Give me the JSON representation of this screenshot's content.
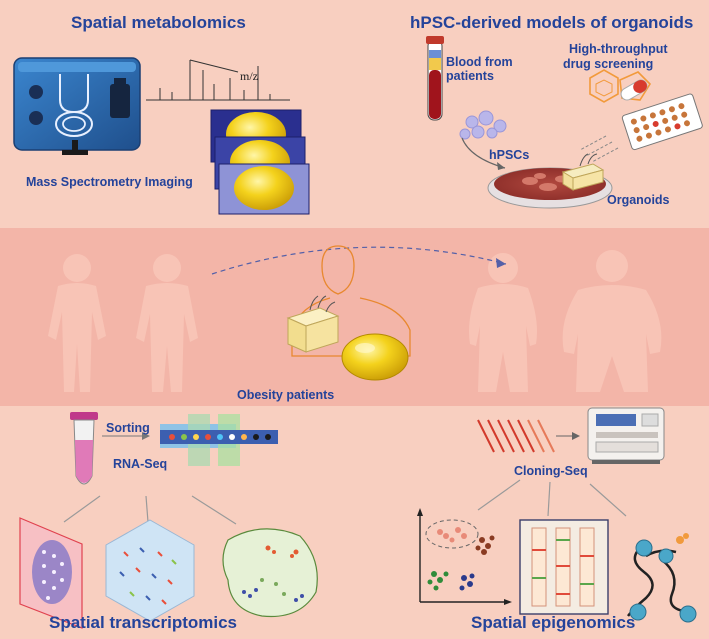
{
  "panels": {
    "spatial_metabolomics": {
      "title": "Spatial metabolomics",
      "msi_label": "Mass Spectrometry Imaging",
      "mz_label": "m/z"
    },
    "organoids": {
      "title": "hPSC-derived models of organoids",
      "blood_line1": "Blood from",
      "blood_line2": "patients",
      "screen_line1": "High-throughput",
      "screen_line2": "drug screening",
      "hpsc_label": "hPSCs",
      "organoids_label": "Organoids"
    },
    "obesity": {
      "label": "Obesity patients"
    },
    "transcriptomics": {
      "title": "Spatial transcriptomics",
      "sorting_label": "Sorting",
      "rnaseq_label": "RNA-Seq"
    },
    "epigenomics": {
      "title": "Spatial epigenomics",
      "cloning_label": "Cloning-Seq"
    }
  },
  "colors": {
    "title_blue": "#24439a",
    "band_top": "#f8cfc0",
    "band_mid": "#f3b5a8",
    "fat_yellow": "#f4d21c",
    "instrument_blue": "#2f6fb3"
  }
}
